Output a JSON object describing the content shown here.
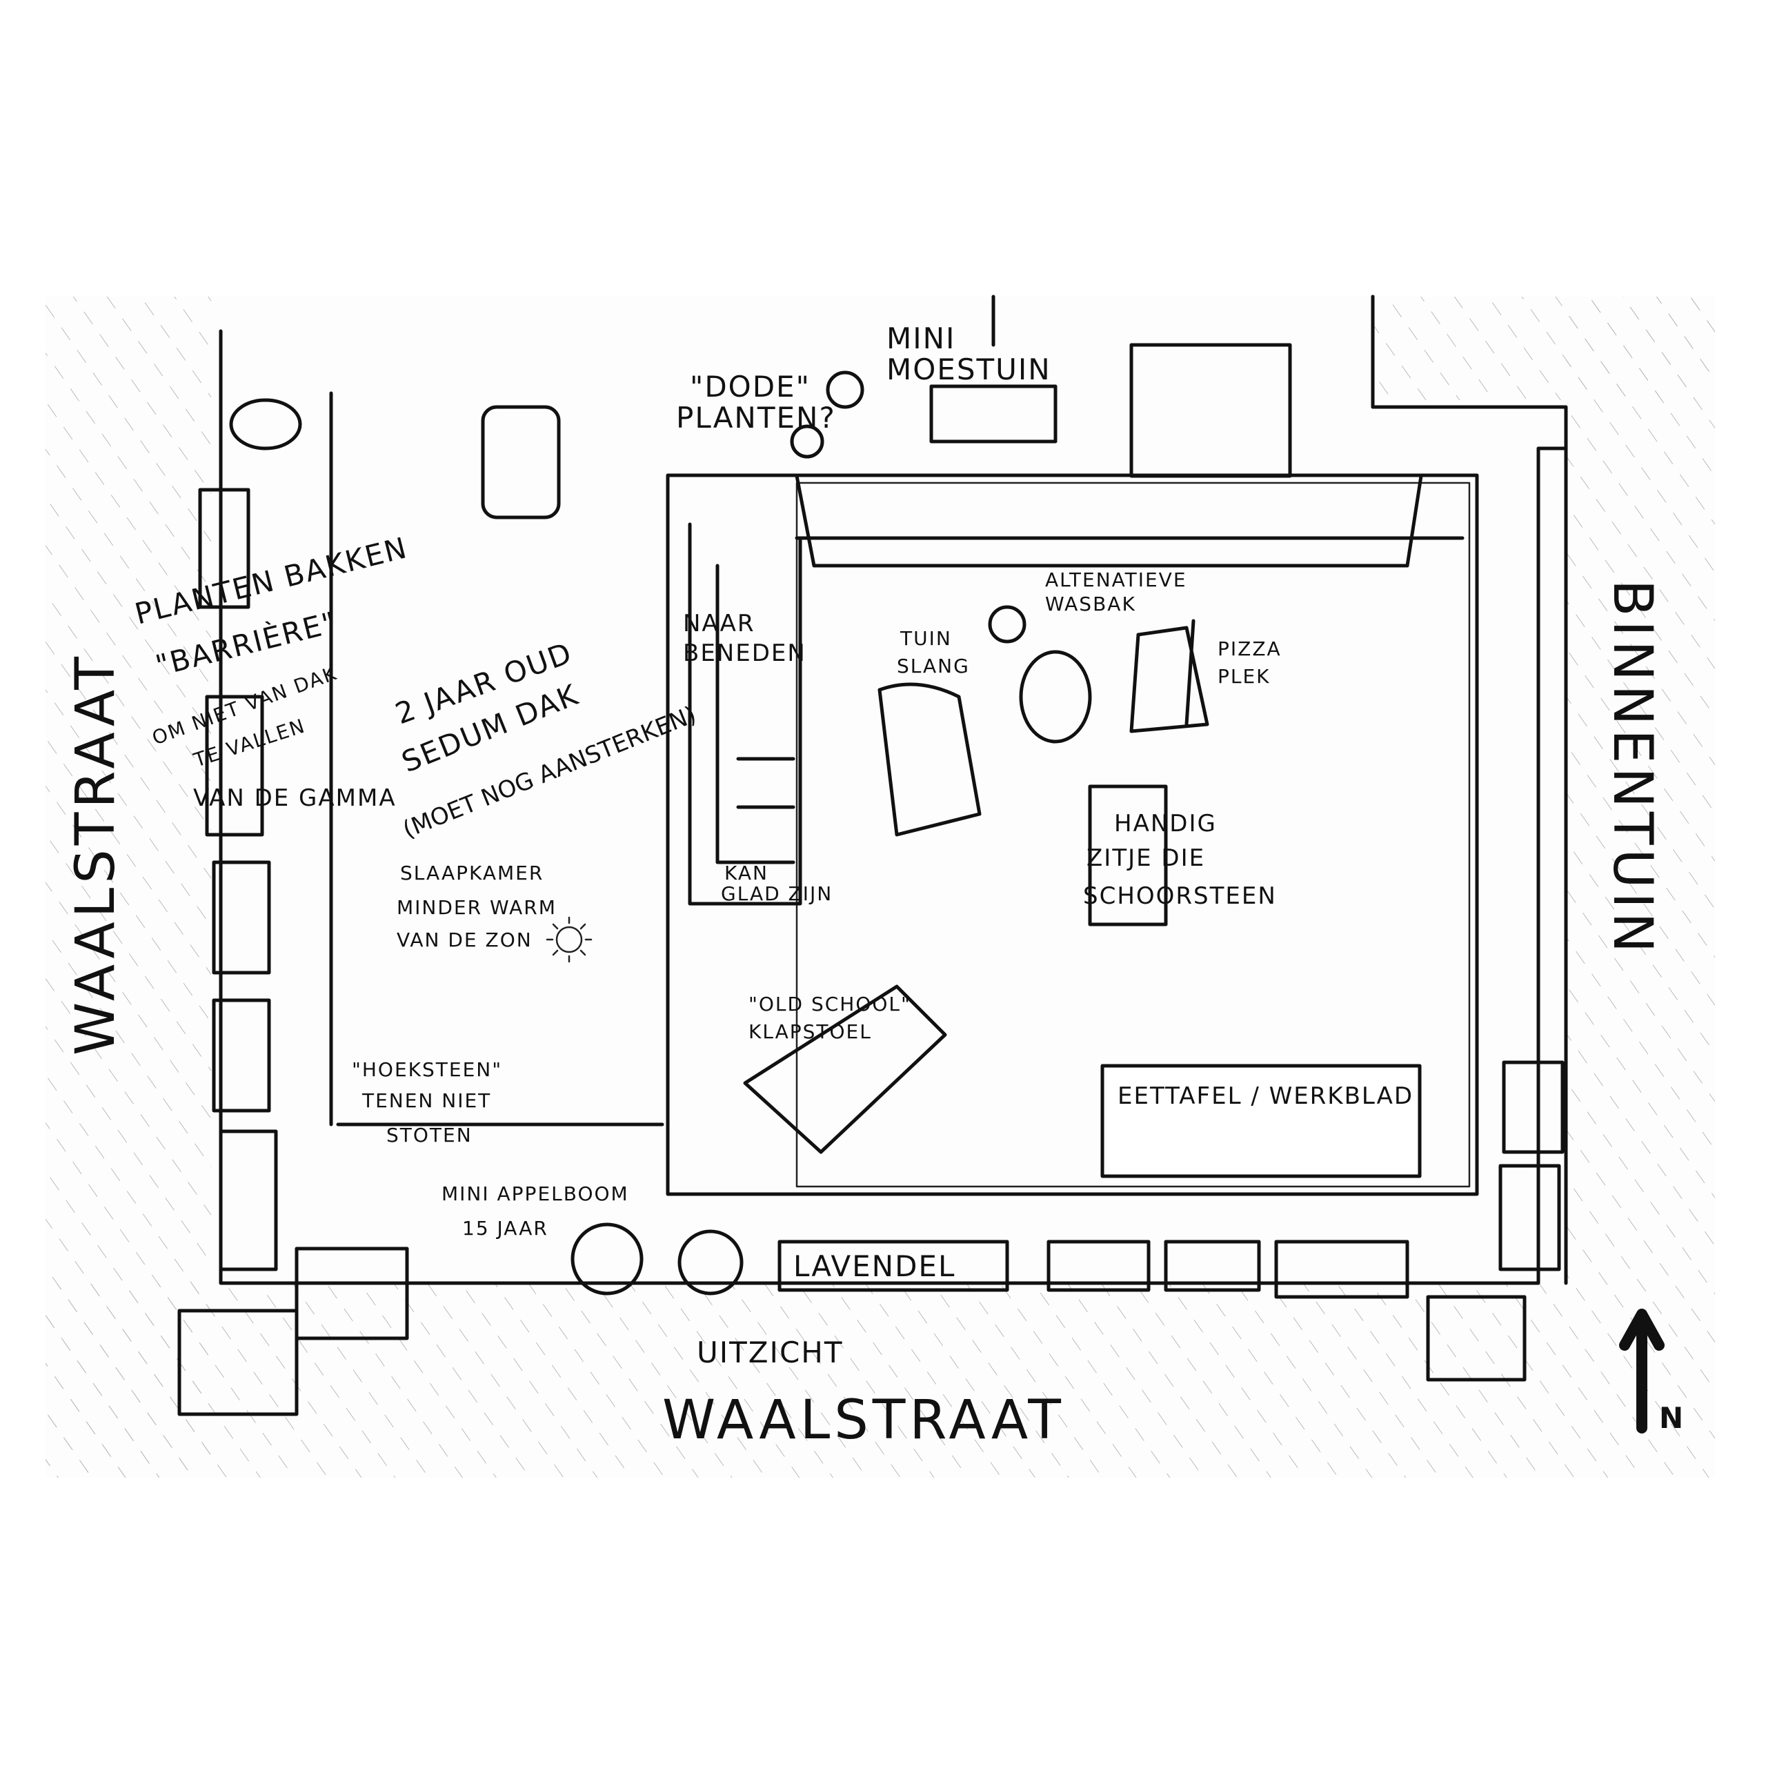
{
  "streets": {
    "west": "WAALSTRAAT",
    "east": "BINNENTUIN",
    "south_view_label": "UITZICHT",
    "south": "WAALSTRAAT"
  },
  "labels": {
    "planters": "PLANTEN BAKKEN",
    "barrier_title": "\"BARRIÈRE\"",
    "barrier_line1": "OM NIET VAN DAK",
    "barrier_line2": "TE VALLEN",
    "gamma": "VAN DE GAMMA",
    "sedum_line1": "2 JAAR OUD",
    "sedum_line2": "SEDUM DAK",
    "sedum_line3": "(MOET NOG AANSTERKEN)",
    "bedroom_line1": "SLAAPKAMER",
    "bedroom_line2": "MINDER WARM",
    "bedroom_line3": "VAN DE ZON",
    "corner_line1": "\"HOEKSTEEN\"",
    "corner_line2": "TENEN NIET",
    "corner_line3": "STOTEN",
    "apple_line1": "MINI APPELBOOM",
    "apple_line2": "15 JAAR",
    "lavender": "LAVENDEL",
    "dead_plants_line1": "\"DODE\"",
    "dead_plants_line2": "PLANTEN?",
    "veg_line1": "MINI",
    "veg_line2": "MOESTUIN",
    "stairs_line1": "NAAR",
    "stairs_line2": "BENEDEN",
    "slippery_line1": "KAN",
    "slippery_line2": "GLAD ZIJN",
    "hose_line1": "TUIN",
    "hose_line2": "SLANG",
    "sink_line1": "ALTENATIEVE",
    "sink_line2": "WASBAK",
    "pizza_line1": "PIZZA",
    "pizza_line2": "PLEK",
    "seat_line1": "HANDIG",
    "seat_line2": "ZITJE DIE",
    "seat_line3": "SCHOORSTEEN",
    "chair_line1": "\"OLD SCHOOL\"",
    "chair_line2": "KLAPSTOEL",
    "table": "EETTAFEL / WERKBLAD",
    "north": "N"
  }
}
